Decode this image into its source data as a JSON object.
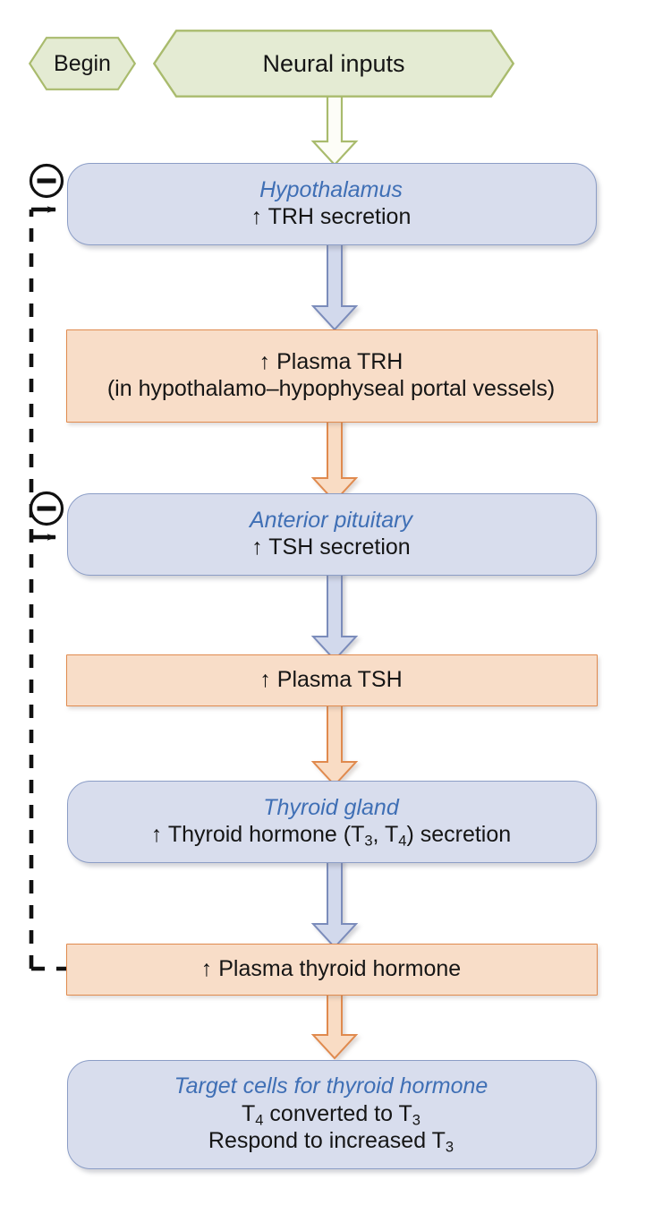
{
  "diagram": {
    "title": "Hypothalamic-pituitary-thyroid axis regulation flowchart",
    "colors": {
      "green_fill": "#e4ebd3",
      "green_stroke": "#a9bb6d",
      "blue_fill": "#d8dded",
      "blue_stroke": "#8b9dc6",
      "blue_title_text": "#3f6fb5",
      "peach_fill": "#f8ddc8",
      "peach_stroke": "#e08a4e",
      "arrow_blue_fill": "#d2d9ec",
      "arrow_blue_stroke": "#7b8cbb",
      "arrow_peach_fill": "#f9dcc4",
      "arrow_green_fill": "#fdfdf7",
      "feedback_line": "#111111"
    },
    "nodes": {
      "begin": {
        "label": "Begin",
        "shape": "hexagon"
      },
      "neural_inputs": {
        "label": "Neural inputs",
        "shape": "hexagon"
      },
      "hypothalamus": {
        "shape": "rounded-rect",
        "title": "Hypothalamus",
        "line1_prefix": "↑ TRH secretion"
      },
      "plasma_trh": {
        "shape": "rect",
        "line1": "↑ Plasma TRH",
        "line2": "(in hypothalamo–hypophyseal portal vessels)"
      },
      "anterior_pituitary": {
        "shape": "rounded-rect",
        "title": "Anterior pituitary",
        "line1": "↑ TSH secretion"
      },
      "plasma_tsh": {
        "shape": "rect",
        "line1": "↑ Plasma TSH"
      },
      "thyroid_gland": {
        "shape": "rounded-rect",
        "title": "Thyroid gland",
        "line1_a": "↑ Thyroid hormone (T",
        "line1_sub1": "3",
        "line1_b": ", T",
        "line1_sub2": "4",
        "line1_c": ") secretion"
      },
      "plasma_thyroid_hormone": {
        "shape": "rect",
        "line1": "↑ Plasma thyroid hormone"
      },
      "target_cells": {
        "shape": "rounded-rect",
        "title": "Target cells for thyroid hormone",
        "line1_a": "T",
        "line1_sub": "4",
        "line1_b": " converted to T",
        "line1_sub2": "3",
        "line2_a": "Respond to increased T",
        "line2_sub": "3"
      }
    },
    "feedback": {
      "symbol": "minus",
      "symbol_label": "⊖",
      "description": "Negative feedback from plasma thyroid hormone to hypothalamus and anterior pituitary",
      "target_1": "hypothalamus",
      "target_2": "anterior_pituitary",
      "source": "plasma_thyroid_hormone"
    },
    "connectors": [
      {
        "from": "neural_inputs",
        "to": "hypothalamus",
        "color": "green"
      },
      {
        "from": "hypothalamus",
        "to": "plasma_trh",
        "color": "blue"
      },
      {
        "from": "plasma_trh",
        "to": "anterior_pituitary",
        "color": "peach"
      },
      {
        "from": "anterior_pituitary",
        "to": "plasma_tsh",
        "color": "blue"
      },
      {
        "from": "plasma_tsh",
        "to": "thyroid_gland",
        "color": "peach"
      },
      {
        "from": "thyroid_gland",
        "to": "plasma_thyroid_hormone",
        "color": "blue"
      },
      {
        "from": "plasma_thyroid_hormone",
        "to": "target_cells",
        "color": "peach"
      }
    ]
  }
}
